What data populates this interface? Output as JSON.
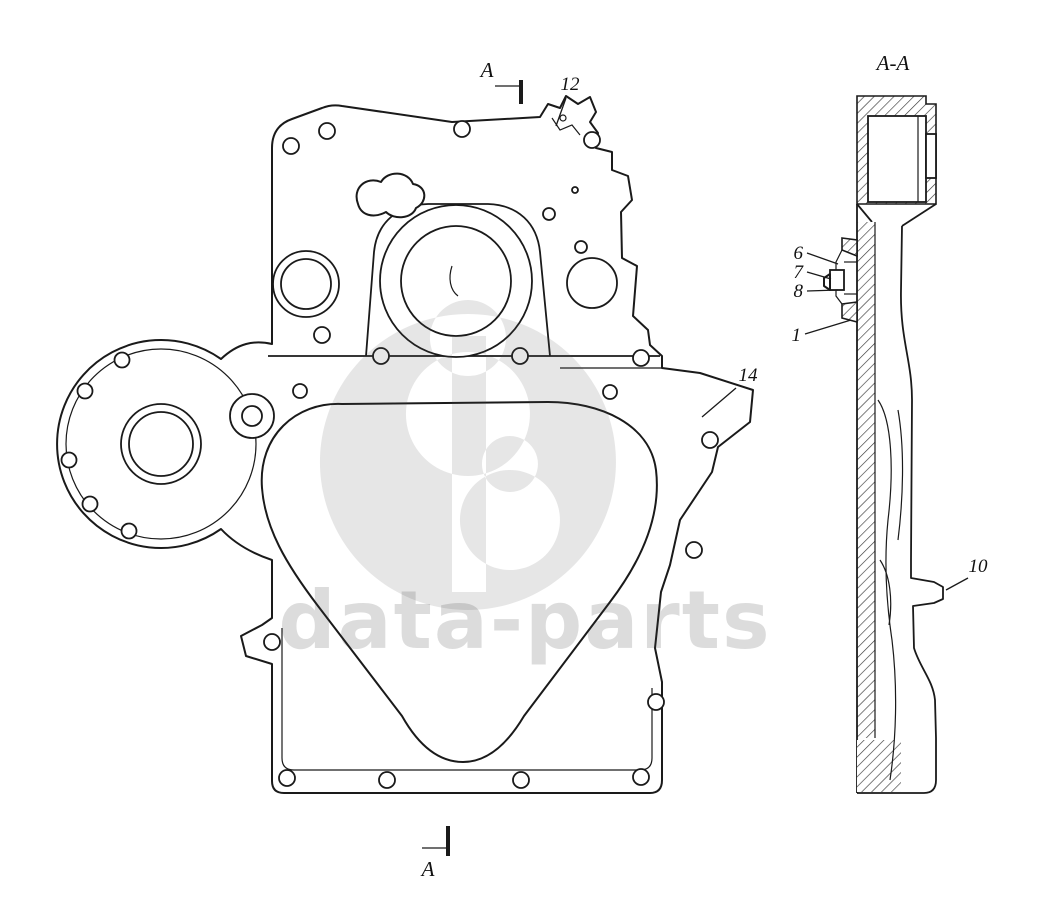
{
  "watermark": {
    "text": "data-parts"
  },
  "section_view": {
    "title": "A-A"
  },
  "section_marks": {
    "top": "A",
    "bottom": "A"
  },
  "part_labels": {
    "p12": "12",
    "p14": "14",
    "p6": "6",
    "p7": "7",
    "p8": "8",
    "p1": "1",
    "p10": "10"
  }
}
